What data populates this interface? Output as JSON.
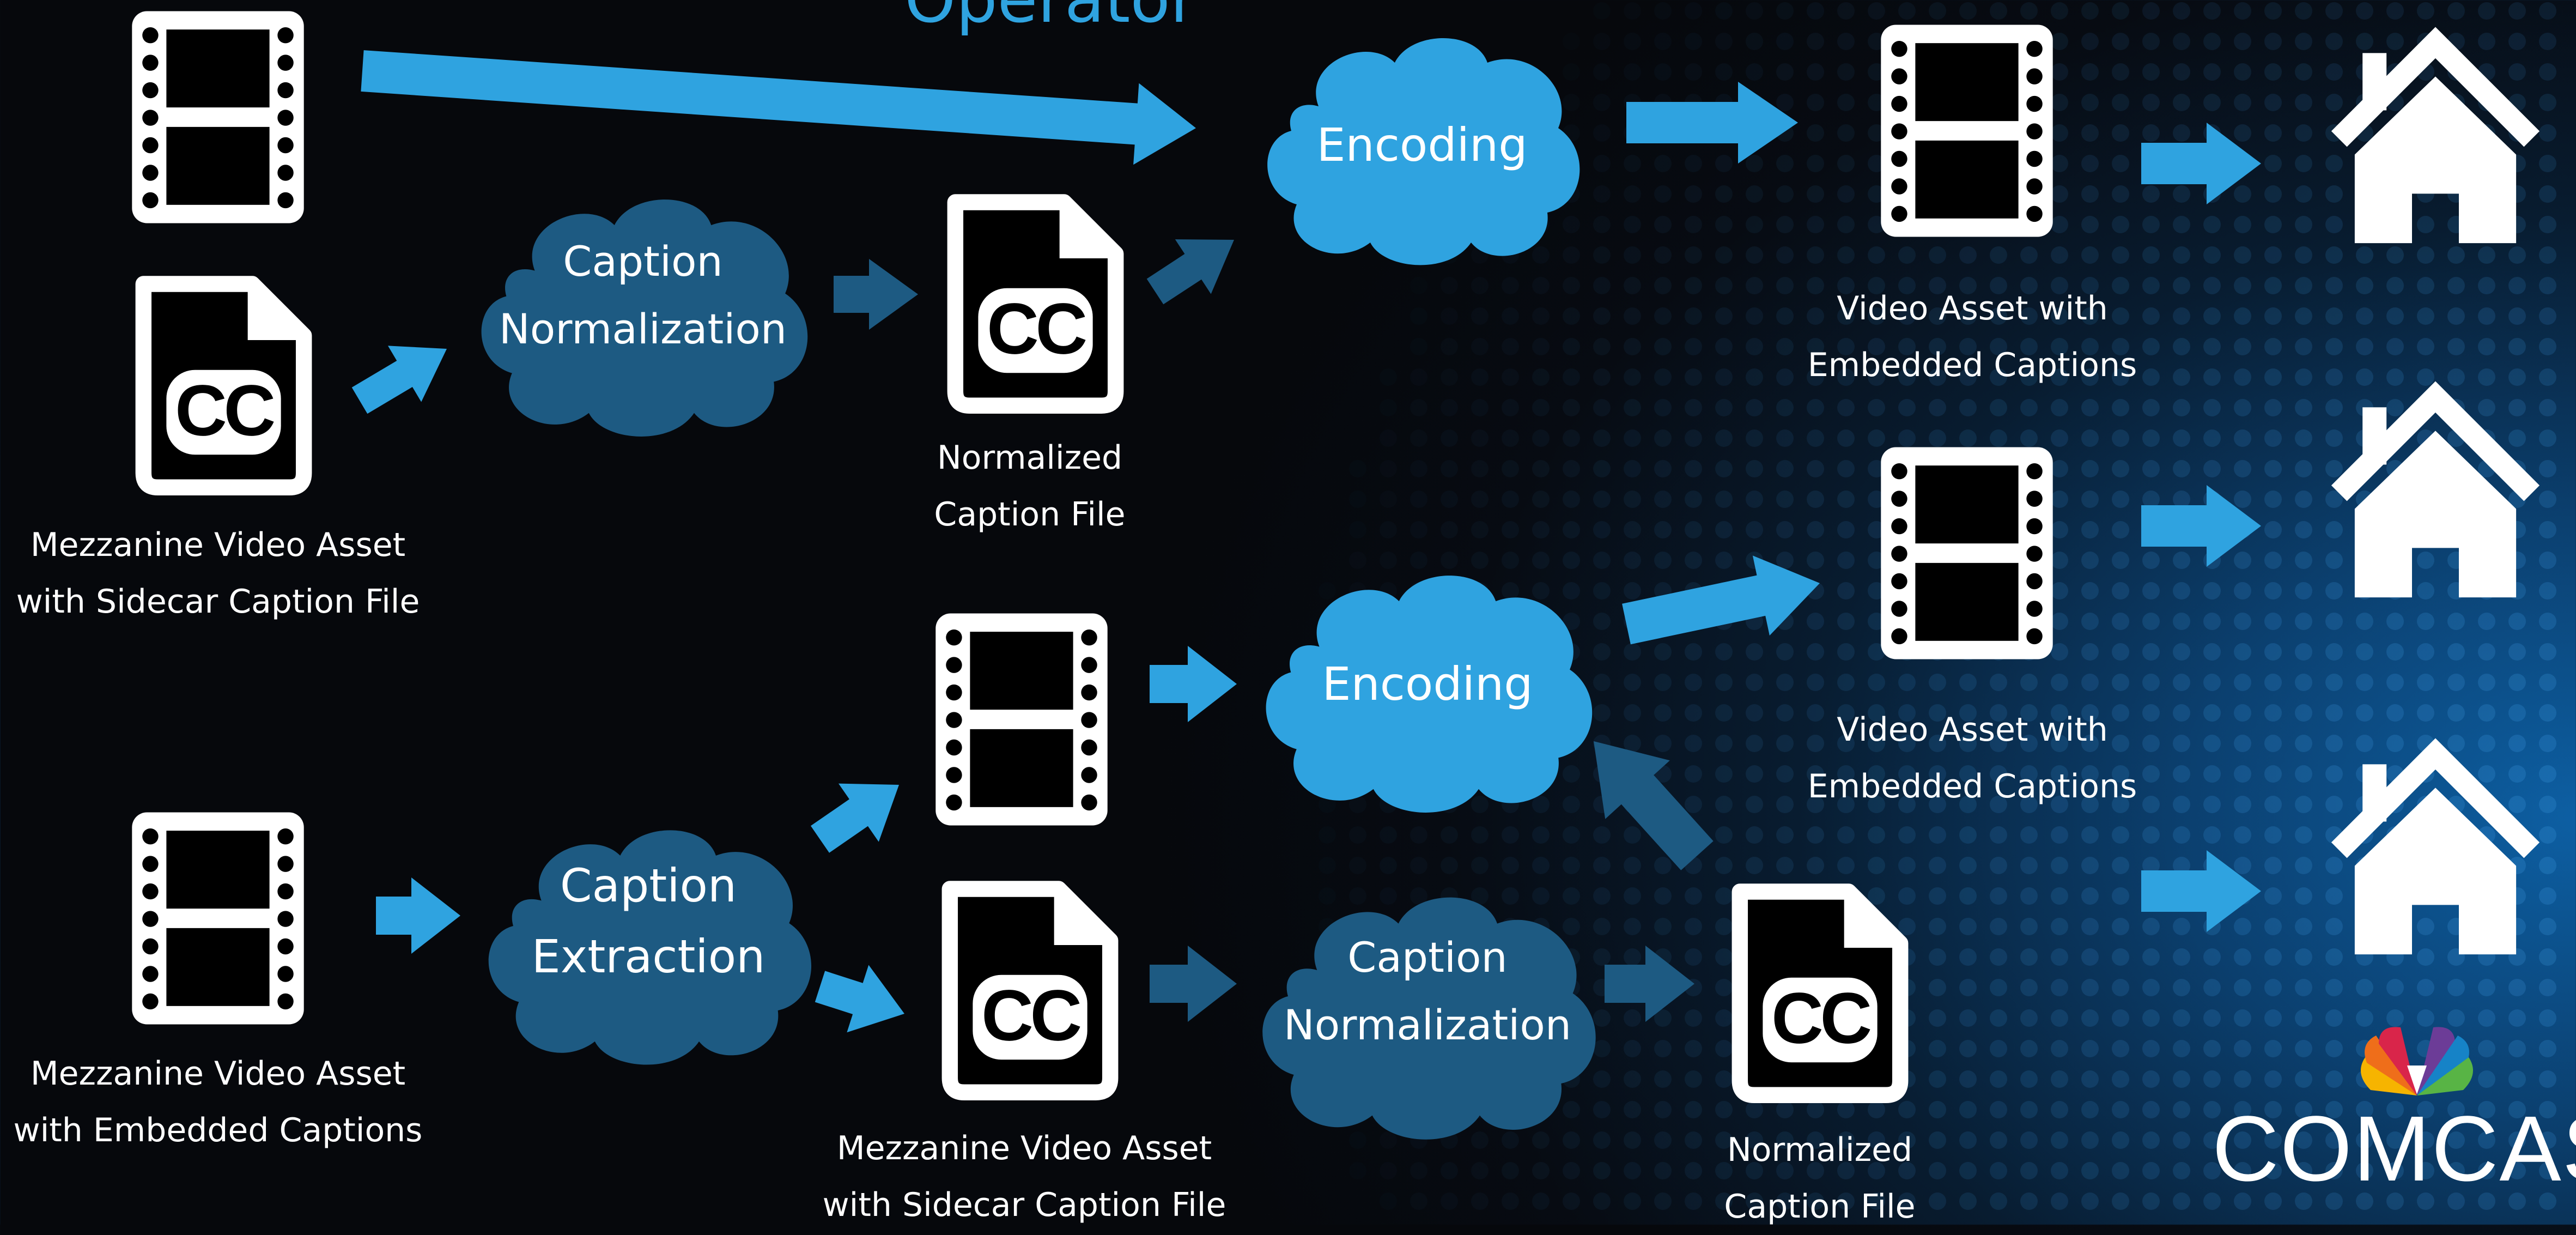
{
  "title": "Operator",
  "brand": "COMCAST",
  "colors": {
    "arrow": "#2fa3e0",
    "arrow_dark": "#1d5a82",
    "cloud_light": "#2fa3e0",
    "cloud_dark": "#1d5a82",
    "icon": "#ffffff"
  },
  "sources": {
    "sidecar": [
      "Mezzanine Video Asset",
      "with Sidecar Caption File"
    ],
    "embedded": [
      "Mezzanine Video Asset",
      "with Embedded Captions"
    ]
  },
  "processes": {
    "encoding_top": "Encoding",
    "encoding_mid": "Encoding",
    "norm_top": [
      "Caption",
      "Normalization"
    ],
    "extraction": [
      "Caption",
      "Extraction"
    ],
    "norm_bottom": [
      "Caption",
      "Normalization"
    ]
  },
  "outputs": {
    "norm_file_top": [
      "Normalized",
      "Caption File"
    ],
    "asset_top": [
      "Video Asset with",
      "Embedded Captions"
    ],
    "asset_mid": [
      "Video Asset with",
      "Embedded Captions"
    ],
    "extracted_sidecar": [
      "Mezzanine Video Asset",
      "with Sidecar Caption File"
    ],
    "norm_file_bottom": [
      "Normalized",
      "Caption File"
    ]
  },
  "icons": {
    "video": "film-icon",
    "caption": "cc-file-icon",
    "home": "house-icon",
    "logo": "peacock-logo"
  }
}
